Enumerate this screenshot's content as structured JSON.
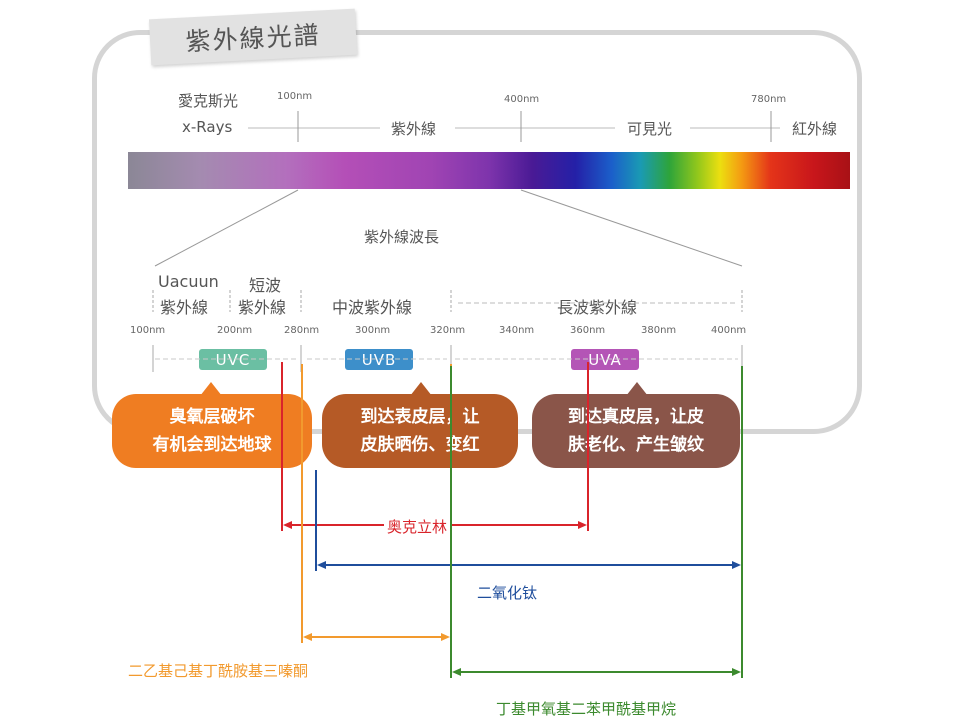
{
  "title": "紫外線光譜",
  "top_scale": {
    "ticks": [
      "100nm",
      "400nm",
      "780nm"
    ],
    "xray_line1": "愛克斯光",
    "xray_line2": "x-Rays",
    "uv": "紫外線",
    "visible": "可見光",
    "ir": "紅外線"
  },
  "zoom_label": "紫外線波長",
  "bands": {
    "vacuum_line1": "Uacuun",
    "vacuum_line2": "紫外線",
    "short_line1": "短波",
    "short_line2": "紫外線",
    "mid": "中波紫外線",
    "long": "長波紫外線"
  },
  "wavelength_ticks": [
    "100nm",
    "200nm",
    "280nm",
    "300nm",
    "320nm",
    "340nm",
    "360nm",
    "380nm",
    "400nm"
  ],
  "badges": [
    {
      "label": "UVC",
      "color": "#6bbfa3"
    },
    {
      "label": "UVB",
      "color": "#3d8fca"
    },
    {
      "label": "UVA",
      "color": "#b455b6"
    }
  ],
  "bubbles": [
    {
      "line1": "臭氧层破坏",
      "line2": "有机会到达地球",
      "color": "#ef7d22"
    },
    {
      "line1": "到达表皮层，让",
      "line2": "皮肤晒伤、变红",
      "color": "#b55a26"
    },
    {
      "line1": "到达真皮层，让皮",
      "line2": "肤老化、产生皱纹",
      "color": "#8a5549"
    }
  ],
  "ranges": [
    {
      "name": "奥克立林",
      "color": "#d9242b"
    },
    {
      "name": "二氧化钛",
      "color": "#1f4e9c"
    },
    {
      "name": "二乙基己基丁酰胺基三嗪酮",
      "color": "#f29a2e"
    },
    {
      "name": "丁基甲氧基二苯甲酰基甲烷",
      "color": "#3c8a2e"
    }
  ]
}
